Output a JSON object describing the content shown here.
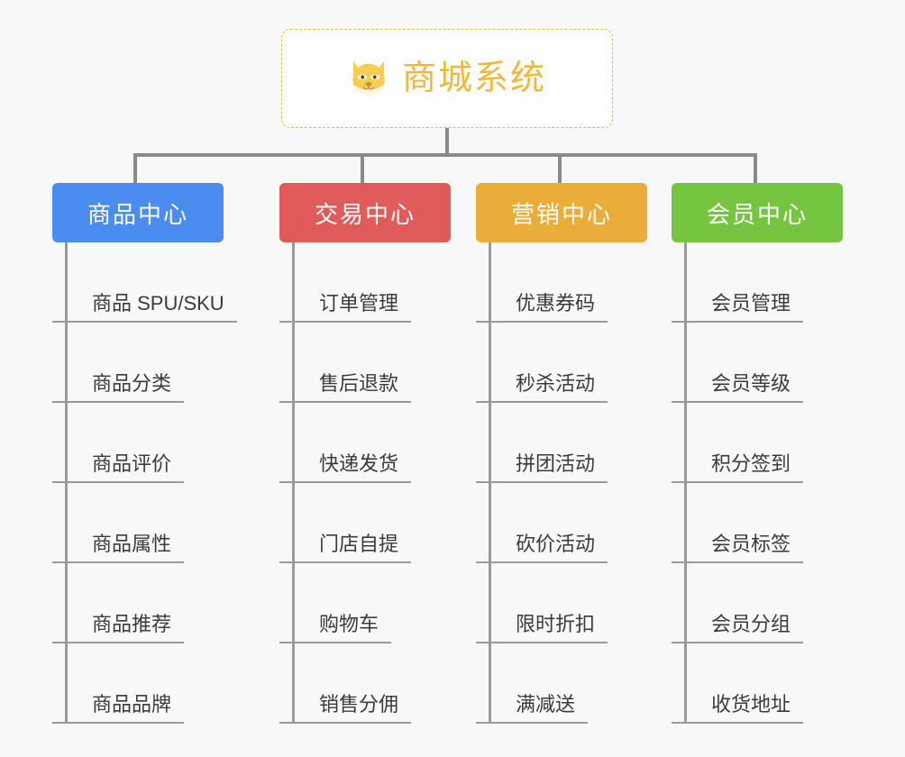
{
  "root": {
    "title": "商城系统",
    "icon": "shiba-dog-icon",
    "border_color": "#e8b84b",
    "text_color": "#efb93f",
    "background": "#fefefe"
  },
  "canvas": {
    "background": "#f8f8f8",
    "connector_color": "#8a8a8a",
    "rule_color": "#9a9a9a"
  },
  "columns": [
    {
      "title": "商品中心",
      "color": "#4a8cf0",
      "items": [
        {
          "label": "商品 SPU/SKU"
        },
        {
          "label": "商品分类"
        },
        {
          "label": "商品评价"
        },
        {
          "label": "商品属性"
        },
        {
          "label": "商品推荐"
        },
        {
          "label": "商品品牌"
        }
      ]
    },
    {
      "title": "交易中心",
      "color": "#e15b5b",
      "items": [
        {
          "label": "订单管理"
        },
        {
          "label": "售后退款"
        },
        {
          "label": "快递发货"
        },
        {
          "label": "门店自提"
        },
        {
          "label": "购物车"
        },
        {
          "label": "销售分佣"
        }
      ]
    },
    {
      "title": "营销中心",
      "color": "#ebad3a",
      "items": [
        {
          "label": "优惠券码"
        },
        {
          "label": "秒杀活动"
        },
        {
          "label": "拼团活动"
        },
        {
          "label": "砍价活动"
        },
        {
          "label": "限时折扣"
        },
        {
          "label": "满减送"
        }
      ]
    },
    {
      "title": "会员中心",
      "color": "#76c540",
      "items": [
        {
          "label": "会员管理"
        },
        {
          "label": "会员等级"
        },
        {
          "label": "积分签到"
        },
        {
          "label": "会员标签"
        },
        {
          "label": "会员分组"
        },
        {
          "label": "收货地址"
        }
      ]
    }
  ]
}
